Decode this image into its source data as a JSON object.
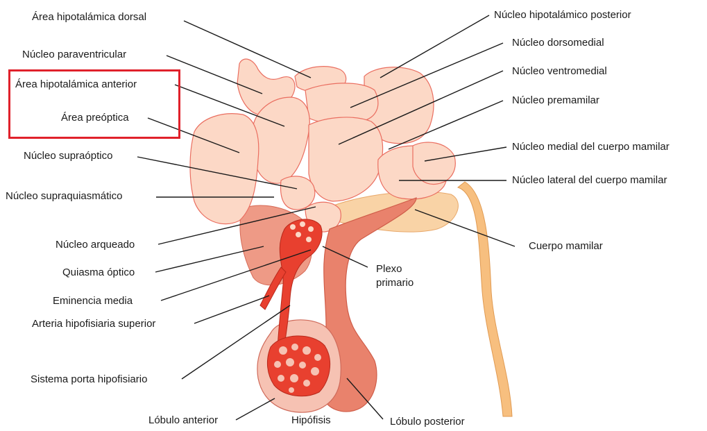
{
  "highlight_color": "#e0212b",
  "tissue_colors": {
    "nuclei_fill": "#fcd5c2",
    "nuclei_stroke": "#e8685c",
    "artery": "#e8402f",
    "stalk": "#e9806a",
    "mammillary": "#f7c48a",
    "nerve": "#f5b56d"
  },
  "labels_left": {
    "area_hipotalamica_dorsal": "Área hipotalámica dorsal",
    "nucleo_paraventricular": "Núcleo paraventricular",
    "area_hipotalamica_anterior": "Área hipotalámica anterior",
    "area_preoptica": "Área preóptica",
    "nucleo_supraoptico": "Núcleo supraóptico",
    "nucleo_supraquiasmatico": "Núcleo supraquiasmático",
    "nucleo_arqueado": "Núcleo arqueado",
    "quiasma_optico": "Quiasma óptico",
    "eminencia_media": "Eminencia media",
    "arteria_hipofisiaria_superior": "Arteria hipofisiaria superior",
    "sistema_porta_hipofisiario": "Sistema porta hipofisiario",
    "lobulo_anterior": "Lóbulo anterior"
  },
  "labels_right": {
    "nucleo_hipotalamico_posterior": "Núcleo hipotalámico posterior",
    "nucleo_dorsomedial": "Núcleo dorsomedial",
    "nucleo_ventromedial": "Núcleo ventromedial",
    "nucleo_premamilar": "Núcleo premamilar",
    "nucleo_medial_cuerpo_mamilar": "Núcleo medial del cuerpo mamilar",
    "nucleo_lateral_cuerpo_mamilar": "Núcleo lateral del cuerpo mamilar",
    "cuerpo_mamilar": "Cuerpo mamilar",
    "plexo_primario_line1": "Plexo",
    "plexo_primario_line2": "primario",
    "hipofisis": "Hipófisis",
    "lobulo_posterior": "Lóbulo posterior"
  }
}
